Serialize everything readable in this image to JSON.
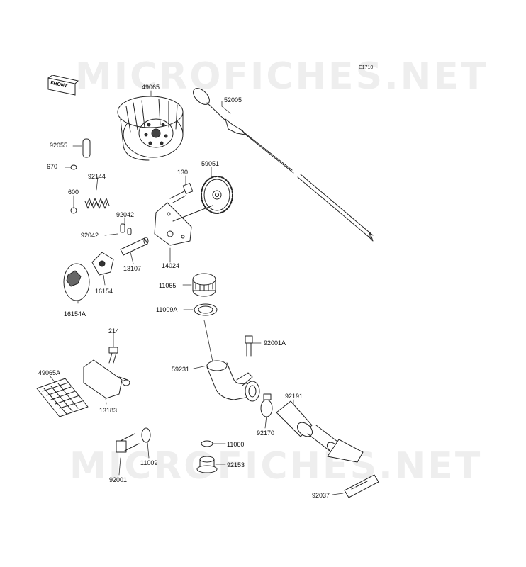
{
  "watermark": "MICROFICHES.NET",
  "diagram_code": "E1710",
  "front_label": "FRONT",
  "parts": [
    "49065",
    "52005",
    "92055",
    "670",
    "92144",
    "600",
    "130",
    "59051",
    "92042",
    "92042",
    "13107",
    "14024",
    "16154",
    "16154A",
    "11065",
    "11009A",
    "214",
    "92001A",
    "49065A",
    "59231",
    "13183",
    "92191",
    "92170",
    "11060",
    "11009",
    "92153",
    "92001",
    "92037"
  ],
  "colors": {
    "line": "#222222",
    "watermark": "#e6e6e6"
  }
}
